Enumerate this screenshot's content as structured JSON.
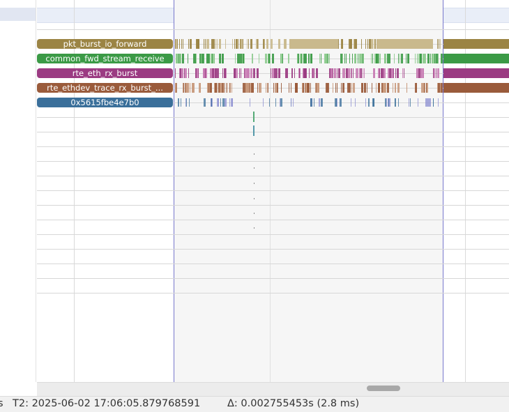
{
  "lanes": [
    {
      "label": "pkt_burst_io_forward",
      "color": "#9b8444",
      "light": "#c9b98d"
    },
    {
      "label": "common_fwd_stream_receive",
      "color": "#3b9a46",
      "light": "#8ecb8f"
    },
    {
      "label": "rte_eth_rx_burst",
      "color": "#9b3b82",
      "light": "#c97db5"
    },
    {
      "label": "rte_ethdev_trace_rx_burst_...",
      "color": "#9a5b3b",
      "light": "#c99a7d"
    },
    {
      "label": "0x5615fbe4e7b0",
      "color": "#3a6f9a",
      "light": "#8a8cd0"
    }
  ],
  "status": {
    "left_fragment": "s",
    "t2": "T2: 2025-06-02 17:06:05.879768591",
    "delta": "Δ: 0.002755453s (2.8 ms)"
  },
  "colors": {
    "selection_fill": "#f6f6f6",
    "marker_line": "#7777cc",
    "top_band": "#e9eef8",
    "scrollbar_thumb": "#a8a8a8"
  },
  "icons": {
    "horizontal_scroll": "scrollbar-thumb"
  }
}
